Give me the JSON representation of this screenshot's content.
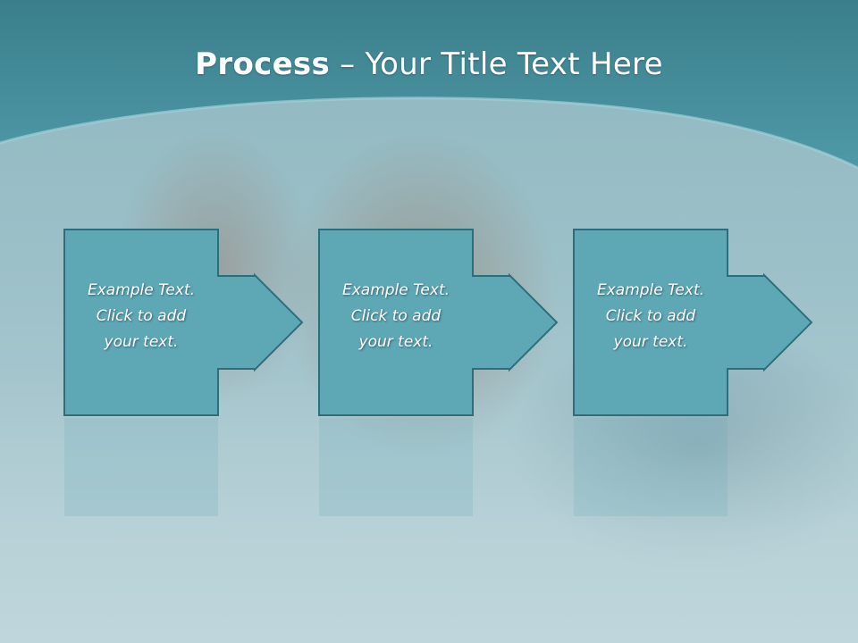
{
  "slide": {
    "title_bold": "Process",
    "title_rest": " – Your Title Text Here"
  },
  "steps": [
    {
      "line1": "Example Text.",
      "line2": "Click  to add",
      "line3": "your text."
    },
    {
      "line1": "Example Text.",
      "line2": "Click  to add",
      "line3": "your text."
    },
    {
      "line1": "Example Text.",
      "line2": "Click  to add",
      "line3": "your text."
    }
  ],
  "colors": {
    "header": "#3f8996",
    "box_fill": "#5ea8b6",
    "box_stroke": "#2e6e7b",
    "text": "#ffffff"
  }
}
